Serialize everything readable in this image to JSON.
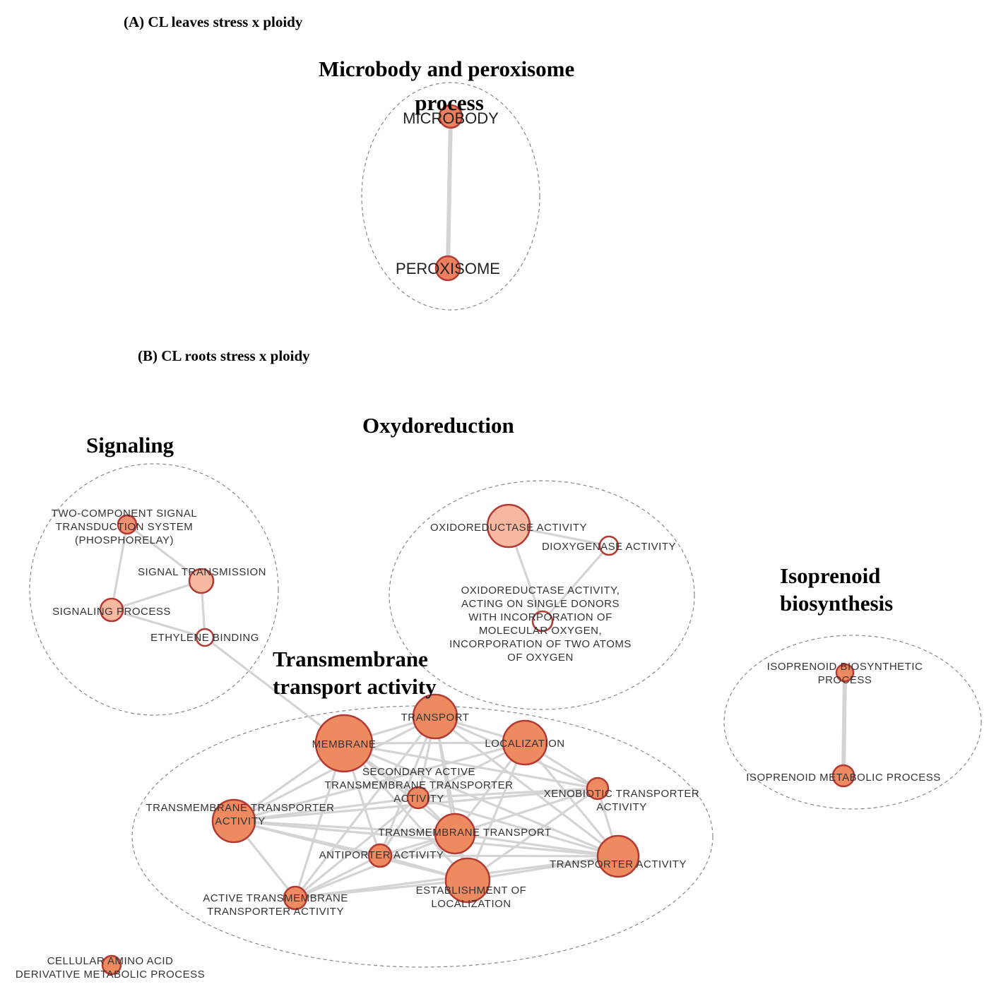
{
  "panels": [
    {
      "id": "A",
      "label": "(A) CL leaves stress x ploidy"
    },
    {
      "id": "B",
      "label": "(B) CL roots stress x ploidy"
    }
  ],
  "clusters": [
    {
      "id": "microbody",
      "title_lines": [
        "Microbody and peroxisome",
        "process"
      ]
    },
    {
      "id": "signaling",
      "title_lines": [
        "Signaling"
      ]
    },
    {
      "id": "oxydo",
      "title_lines": [
        "Oxydoreduction"
      ]
    },
    {
      "id": "isoprenoid",
      "title_lines": [
        "Isoprenoid",
        "biosynthesis"
      ]
    },
    {
      "id": "transmembrane",
      "title_lines": [
        "Transmembrane",
        "transport activity"
      ]
    }
  ],
  "nodes": [
    {
      "id": "microbody",
      "label_lines": [
        "MICROBODY"
      ],
      "fill": "#ee8060",
      "large": true
    },
    {
      "id": "peroxisome",
      "label_lines": [
        "PEROXISOME"
      ],
      "fill": "#ee8060",
      "large": true
    },
    {
      "id": "two_comp",
      "label_lines": [
        "TWO-COMPONENT SIGNAL",
        "TRANSDUCTION SYSTEM",
        "(PHOSPHORELAY)"
      ],
      "fill": "#f09070"
    },
    {
      "id": "signal_trans",
      "label_lines": [
        "SIGNAL TRANSMISSION"
      ],
      "fill": "#f6b8a0"
    },
    {
      "id": "signaling_proc",
      "label_lines": [
        "SIGNALING PROCESS"
      ],
      "fill": "#f6b8a0"
    },
    {
      "id": "ethylene",
      "label_lines": [
        "ETHYLENE BINDING"
      ],
      "fill": "#ffffff"
    },
    {
      "id": "oxidored",
      "label_lines": [
        "OXIDOREDUCTASE ACTIVITY"
      ],
      "fill": "#f6b8a0"
    },
    {
      "id": "dioxy",
      "label_lines": [
        "DIOXYGENASE ACTIVITY"
      ],
      "fill": "#ffffff"
    },
    {
      "id": "oxidored_single",
      "label_lines": [
        "OXIDOREDUCTASE ACTIVITY,",
        "ACTING ON SINGLE DONORS",
        "WITH INCORPORATION OF",
        "MOLECULAR OXYGEN,",
        "INCORPORATION OF TWO ATOMS",
        "OF OXYGEN"
      ],
      "fill": "#ffffff"
    },
    {
      "id": "iso_bio",
      "label_lines": [
        "ISOPRENOID BIOSYNTHETIC",
        "PROCESS"
      ],
      "fill": "#ee8a60"
    },
    {
      "id": "iso_met",
      "label_lines": [
        "ISOPRENOID METABOLIC PROCESS"
      ],
      "fill": "#ee8a60"
    },
    {
      "id": "membrane",
      "label_lines": [
        "MEMBRANE"
      ],
      "fill": "#ee8a60"
    },
    {
      "id": "transport",
      "label_lines": [
        "TRANSPORT"
      ],
      "fill": "#ee8a60"
    },
    {
      "id": "localization",
      "label_lines": [
        "LOCALIZATION"
      ],
      "fill": "#ee8a60"
    },
    {
      "id": "secondary",
      "label_lines": [
        "SECONDARY ACTIVE",
        "TRANSMEMBRANE TRANSPORTER",
        "ACTIVITY"
      ],
      "fill": "#ee8a60"
    },
    {
      "id": "xeno",
      "label_lines": [
        "XENOBIOTIC TRANSPORTER",
        "ACTIVITY"
      ],
      "fill": "#ee8a60"
    },
    {
      "id": "tm_transporter",
      "label_lines": [
        "TRANSMEMBRANE TRANSPORTER",
        "ACTIVITY"
      ],
      "fill": "#ee8a60"
    },
    {
      "id": "tm_transport",
      "label_lines": [
        "TRANSMEMBRANE TRANSPORT"
      ],
      "fill": "#ee8a60"
    },
    {
      "id": "antiporter",
      "label_lines": [
        "ANTIPORTER ACTIVITY"
      ],
      "fill": "#ee8a60"
    },
    {
      "id": "transporter_act",
      "label_lines": [
        "TRANSPORTER ACTIVITY"
      ],
      "fill": "#ee8a60"
    },
    {
      "id": "active_tm",
      "label_lines": [
        "ACTIVE TRANSMEMBRANE",
        "TRANSPORTER ACTIVITY"
      ],
      "fill": "#ee8a60"
    },
    {
      "id": "establishment",
      "label_lines": [
        "ESTABLISHMENT OF",
        "LOCALIZATION"
      ],
      "fill": "#ee8a60"
    },
    {
      "id": "cellular_aa",
      "label_lines": [
        "CELLULAR AMINO ACID",
        "DERIVATIVE METABOLIC PROCESS"
      ],
      "fill": "#ee8a60"
    }
  ],
  "edges": [
    [
      "microbody",
      "peroxisome"
    ],
    [
      "two_comp",
      "signal_trans"
    ],
    [
      "two_comp",
      "signaling_proc"
    ],
    [
      "signal_trans",
      "signaling_proc"
    ],
    [
      "signal_trans",
      "ethylene"
    ],
    [
      "signaling_proc",
      "ethylene"
    ],
    [
      "ethylene",
      "membrane"
    ],
    [
      "oxidored",
      "dioxy"
    ],
    [
      "oxidored",
      "oxidored_single"
    ],
    [
      "dioxy",
      "oxidored_single"
    ],
    [
      "iso_bio",
      "iso_met"
    ],
    [
      "membrane",
      "transport"
    ],
    [
      "membrane",
      "localization"
    ],
    [
      "membrane",
      "secondary"
    ],
    [
      "membrane",
      "tm_transporter"
    ],
    [
      "membrane",
      "tm_transport"
    ],
    [
      "membrane",
      "antiporter"
    ],
    [
      "membrane",
      "active_tm"
    ],
    [
      "membrane",
      "establishment"
    ],
    [
      "membrane",
      "transporter_act"
    ],
    [
      "membrane",
      "xeno"
    ],
    [
      "transport",
      "localization"
    ],
    [
      "transport",
      "secondary"
    ],
    [
      "transport",
      "tm_transporter"
    ],
    [
      "transport",
      "tm_transport"
    ],
    [
      "transport",
      "establishment"
    ],
    [
      "transport",
      "transporter_act"
    ],
    [
      "transport",
      "xeno"
    ],
    [
      "transport",
      "antiporter"
    ],
    [
      "transport",
      "active_tm"
    ],
    [
      "localization",
      "secondary"
    ],
    [
      "localization",
      "tm_transport"
    ],
    [
      "localization",
      "establishment"
    ],
    [
      "localization",
      "transporter_act"
    ],
    [
      "localization",
      "xeno"
    ],
    [
      "localization",
      "tm_transporter"
    ],
    [
      "secondary",
      "tm_transporter"
    ],
    [
      "secondary",
      "tm_transport"
    ],
    [
      "secondary",
      "antiporter"
    ],
    [
      "secondary",
      "xeno"
    ],
    [
      "secondary",
      "transporter_act"
    ],
    [
      "secondary",
      "active_tm"
    ],
    [
      "tm_transporter",
      "tm_transport"
    ],
    [
      "tm_transporter",
      "antiporter"
    ],
    [
      "tm_transporter",
      "active_tm"
    ],
    [
      "tm_transporter",
      "transporter_act"
    ],
    [
      "tm_transporter",
      "establishment"
    ],
    [
      "tm_transporter",
      "xeno"
    ],
    [
      "tm_transport",
      "antiporter"
    ],
    [
      "tm_transport",
      "establishment"
    ],
    [
      "tm_transport",
      "transporter_act"
    ],
    [
      "tm_transport",
      "active_tm"
    ],
    [
      "tm_transport",
      "xeno"
    ],
    [
      "antiporter",
      "active_tm"
    ],
    [
      "antiporter",
      "establishment"
    ],
    [
      "antiporter",
      "transporter_act"
    ],
    [
      "transporter_act",
      "xeno"
    ],
    [
      "transporter_act",
      "establishment"
    ],
    [
      "transporter_act",
      "active_tm"
    ],
    [
      "active_tm",
      "establishment"
    ],
    [
      "xeno",
      "establishment"
    ]
  ],
  "colors": {
    "node_stroke": "#b33a32",
    "edge": "#d4d4d4",
    "cluster_stroke": "#888888"
  }
}
